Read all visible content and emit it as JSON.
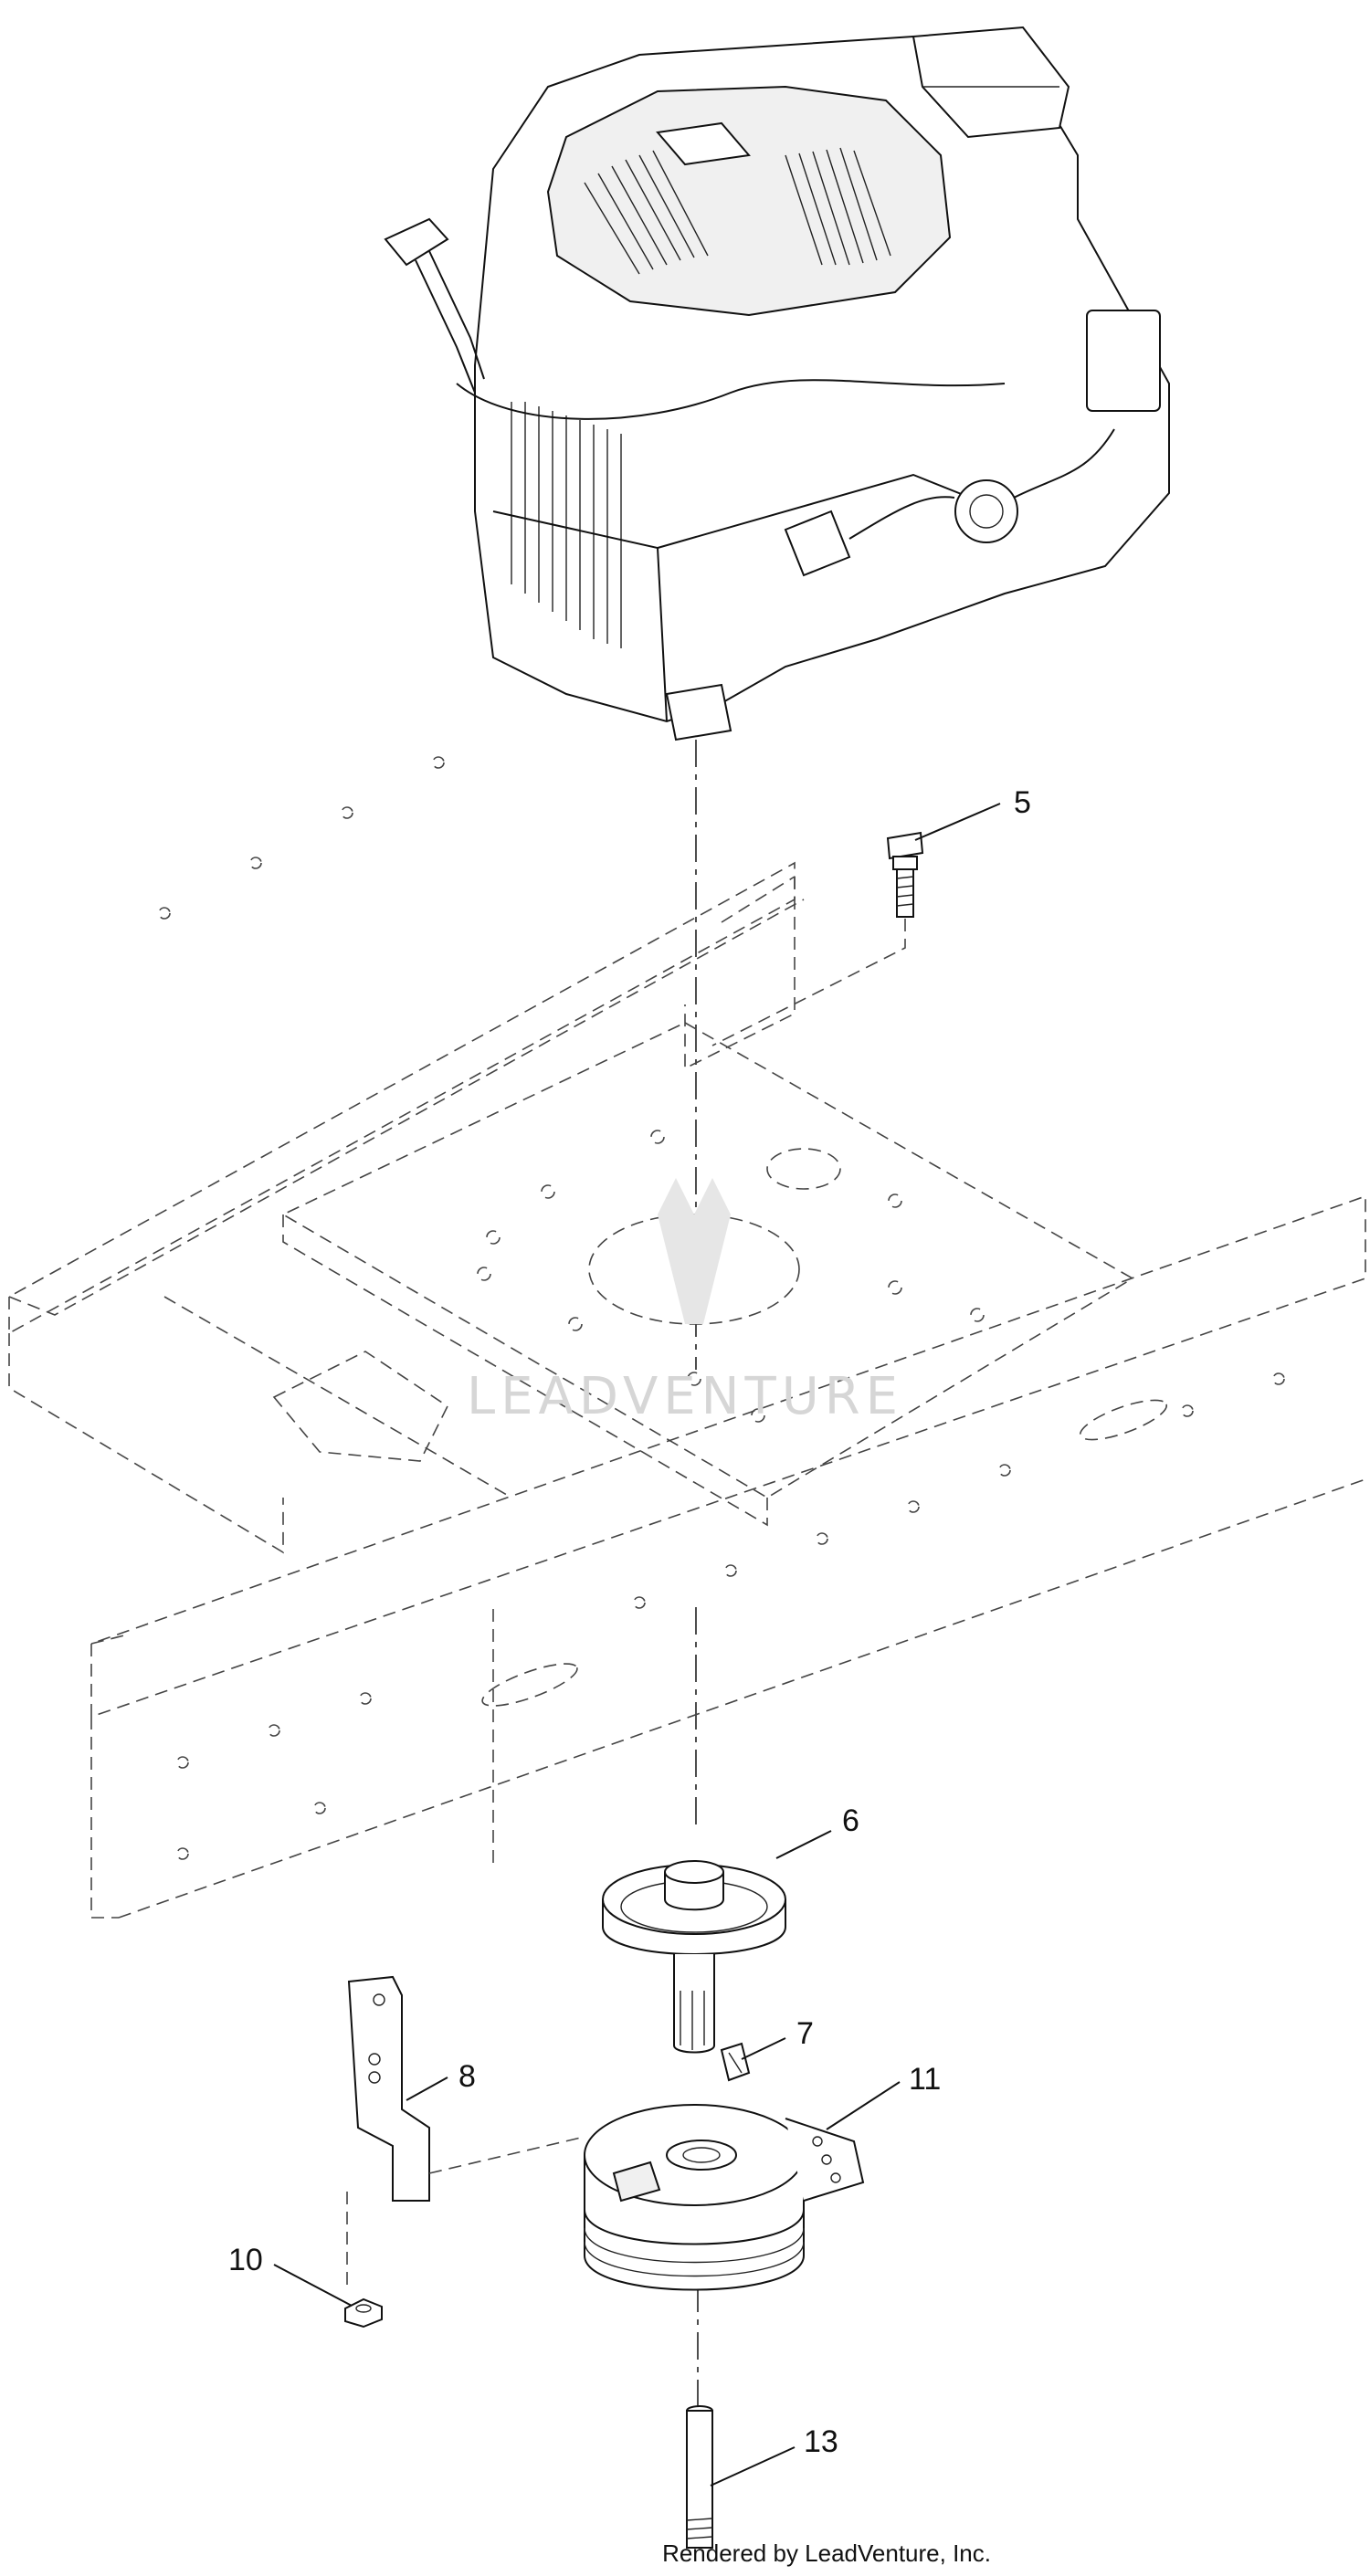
{
  "callouts": [
    {
      "id": "5",
      "label": "5"
    },
    {
      "id": "6",
      "label": "6"
    },
    {
      "id": "7",
      "label": "7"
    },
    {
      "id": "8",
      "label": "8"
    },
    {
      "id": "10",
      "label": "10"
    },
    {
      "id": "11",
      "label": "11"
    },
    {
      "id": "13",
      "label": "13"
    }
  ],
  "watermark": {
    "text": "LEADVENTURE"
  },
  "credit": {
    "text": "Rendered by LeadVenture, Inc."
  }
}
